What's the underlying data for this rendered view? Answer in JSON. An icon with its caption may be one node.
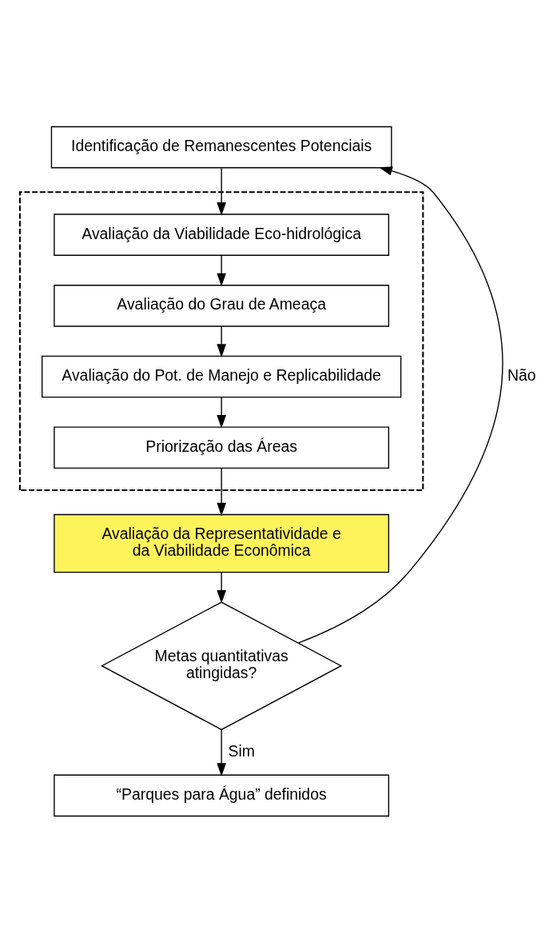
{
  "diagram": {
    "nodes": [
      {
        "text": [
          "Identificação de Remanescentes Potenciais"
        ]
      },
      {
        "text": [],
        "shape": "box"
      },
      {
        "text": [
          "Avaliação da Viabilidade Eco-hidrológica"
        ],
        "in": 1
      },
      {
        "text": [
          "Avaliação do Grau de Ameaça"
        ],
        "in": 1
      },
      {
        "text": [
          "Avaliação do Pot. de Manejo e Replicabilidade"
        ],
        "in": 1
      },
      {
        "text": [
          "Priorização das Áreas"
        ],
        "in": 1
      },
      {
        "text": [
          "Avaliação da Representatividade e da Viabilidade Econômica"
        ]
      },
      {
        "text": [
          "Metas quantitativas atingidas?"
        ]
      },
      {
        "text": [
          "“Parques para Água” definidos"
        ]
      }
    ],
    "edges": [
      {
        "from": 0,
        "to": 2,
        "arrow": "to"
      },
      {
        "from": 2,
        "to": 3,
        "arrow": "to"
      },
      {
        "from": 3,
        "to": 4,
        "arrow": "to"
      },
      {
        "from": 4,
        "to": 5,
        "arrow": "to"
      },
      {
        "from": 5,
        "to": 6,
        "arrow": "to"
      },
      {
        "from": 6,
        "to": 7,
        "arrow": "to"
      },
      {
        "from": 7,
        "to": 0,
        "arrow": "to",
        "label": "Não"
      },
      {
        "from": 7,
        "to": 8,
        "arrow": "to",
        "label": "Sim"
      }
    ]
  }
}
